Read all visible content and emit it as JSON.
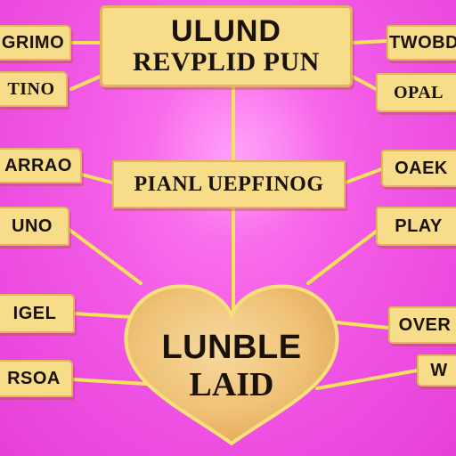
{
  "center": {
    "top_line1": "ULUND",
    "top_line2": "REVPLID PUN",
    "middle": "PIANL UEPFINOG",
    "heart_line1": "LUNBLE",
    "heart_line2": "LAID"
  },
  "left_labels": [
    "GRIMO",
    "TINO",
    "ARRAO",
    "UNO",
    "IGEL",
    "RSOA"
  ],
  "right_labels": [
    "TWOBD",
    "OPAL",
    "OAEK",
    "PLAY",
    "OVER",
    "W"
  ],
  "colors": {
    "background": "#f25ae6",
    "box_fill": "#f7dc8a",
    "box_border": "#e2b55a",
    "connector": "#f3e35a",
    "text": "#1a1208",
    "heart_fill": "#efc277"
  }
}
